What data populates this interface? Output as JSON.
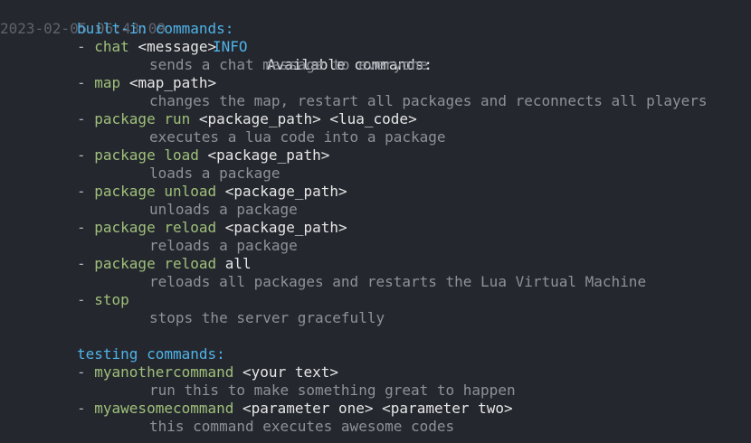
{
  "log": {
    "timestamp": "2023-02-05 06:43:09",
    "level": "INFO",
    "message": "Available commands:"
  },
  "sections": [
    {
      "title": "built-in commands:",
      "commands": [
        {
          "name": "chat",
          "args": "<message>",
          "description": "sends a chat message to everyone"
        },
        {
          "name": "map",
          "args": "<map_path>",
          "description": "changes the map, restart all packages and reconnects all players"
        },
        {
          "name": "package run",
          "args": "<package_path> <lua_code>",
          "description": "executes a lua code into a package"
        },
        {
          "name": "package load",
          "args": "<package_path>",
          "description": "loads a package"
        },
        {
          "name": "package unload",
          "args": "<package_path>",
          "description": "unloads a package"
        },
        {
          "name": "package reload",
          "args": "<package_path>",
          "description": "reloads a package"
        },
        {
          "name": "package reload",
          "args": "all",
          "description": "reloads all packages and restarts the Lua Virtual Machine"
        },
        {
          "name": "stop",
          "args": "",
          "description": "stops the server gracefully"
        }
      ]
    },
    {
      "title": "testing commands:",
      "commands": [
        {
          "name": "myanothercommand",
          "args": "<your text>",
          "description": "run this to make something great to happen"
        },
        {
          "name": "myawesomecommand",
          "args": "<parameter one> <parameter two>",
          "description": "this command executes awesome codes"
        }
      ]
    }
  ],
  "colors": {
    "background": "#24272e",
    "timestamp": "#5e636d",
    "level": "#4fb3e8",
    "section": "#4fb3e8",
    "command": "#9fc07a",
    "argument": "#e6e6e6",
    "description": "#8d9199"
  }
}
